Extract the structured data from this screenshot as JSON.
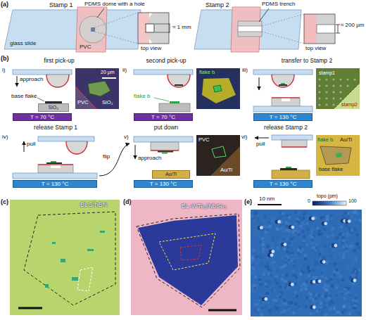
{
  "diagram": {
    "nodes": [
      {
        "text": [
          "SiO₂"
        ]
      },
      {
        "text": [
          "T = 70 °C"
        ]
      },
      {
        "text": [
          "PVC",
          "SiO₂",
          "20 μm"
        ]
      },
      {
        "text": [
          "T = 70 °C"
        ]
      },
      {
        "text": [
          "flake b"
        ]
      },
      {
        "text": [
          "T = 130 °C"
        ]
      },
      {
        "text": [
          "stamp1",
          "stamp2"
        ]
      },
      {
        "text": [
          "T = 130 °C"
        ]
      },
      {
        "text": [
          "Au/Ti"
        ]
      },
      {
        "text": [
          "T = 130 °C"
        ]
      },
      {
        "text": [
          "PVC",
          "Au/Ti"
        ]
      },
      {
        "text": [
          "T = 130 °C"
        ]
      },
      {
        "text": [
          "Au/Ti",
          "flake b",
          "base flake"
        ]
      },
      {
        "text": [
          "BLG/hBN"
        ]
      },
      {
        "text": [
          "BL-WTe₂/NbSe₂"
        ]
      }
    ],
    "labels": [
      "(a)",
      "Stamp 1",
      "PDMS dome with a hole",
      "glass slide",
      "PVC",
      "top view",
      "≈ 1 mm",
      "Stamp 2",
      "PDMS trench",
      "top view",
      "≈ 200 μm",
      "(b)",
      "first pick-up",
      "i)",
      "approach",
      "base flake",
      "second pick-up",
      "ii)",
      "flake b",
      "iii)",
      "transfer to Stamp 2",
      "iv)",
      "release Stamp 1",
      "pull",
      "flip",
      "v)",
      "put down",
      "approach",
      "vi)",
      "release Stamp 2",
      "pull",
      "(c)",
      "(d)",
      "(e)",
      "10 nm",
      "0",
      "topo (pm)",
      "100"
    ]
  }
}
